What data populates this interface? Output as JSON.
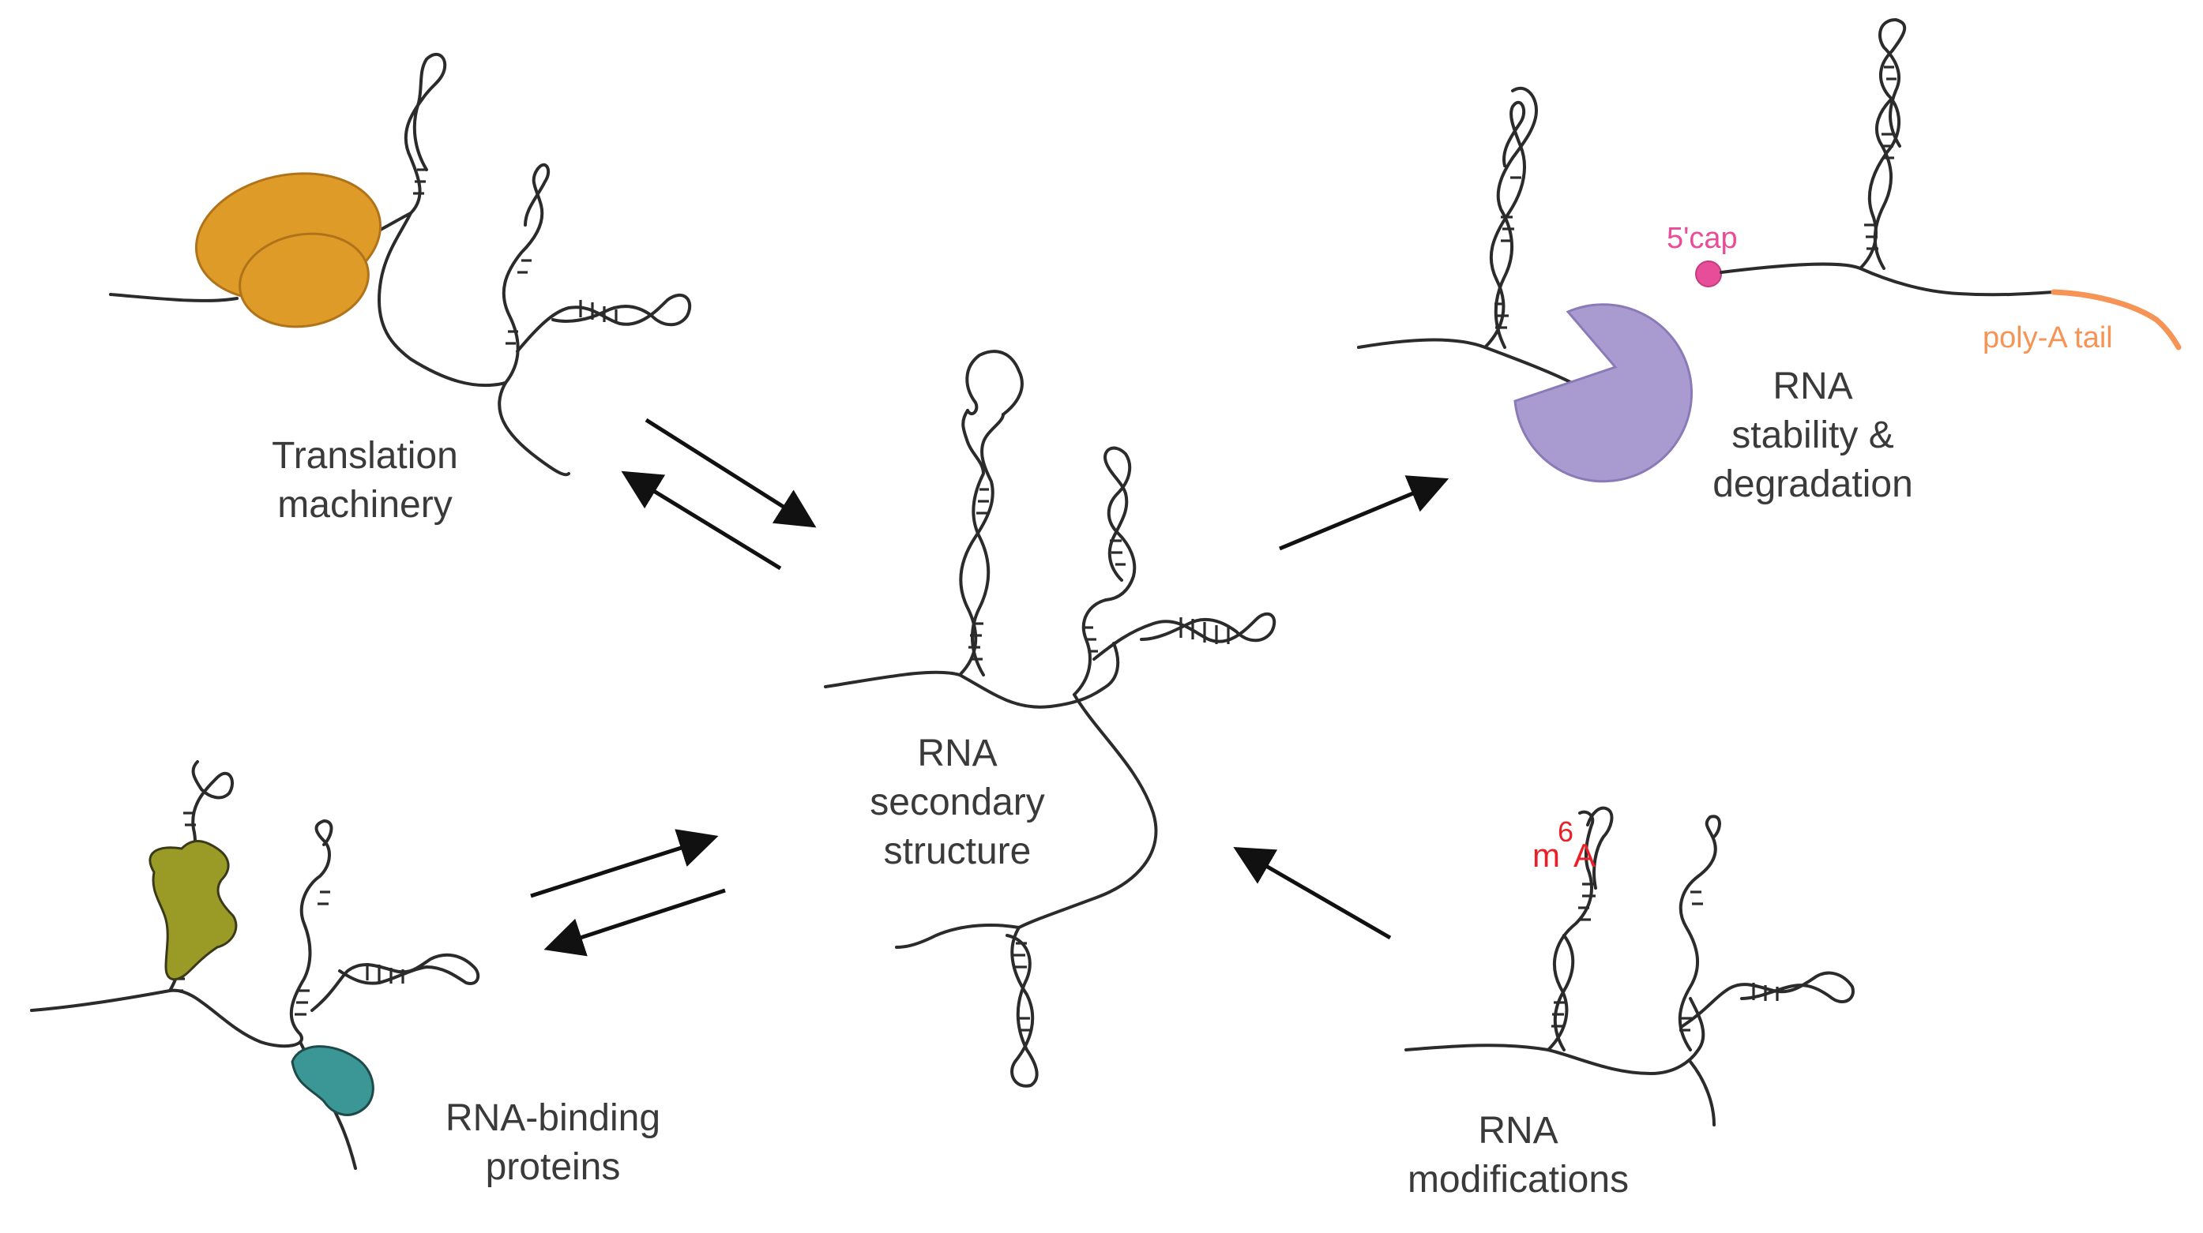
{
  "labels": {
    "translation_1": "Translation",
    "translation_2": "machinery",
    "center_1": "RNA",
    "center_2": "secondary",
    "center_3": "structure",
    "stability_1": "RNA",
    "stability_2": "stability &",
    "stability_3": "degradation",
    "rbp_1": "RNA-binding",
    "rbp_2": "proteins",
    "mods_1": "RNA",
    "mods_2": "modifications",
    "cap": "5'cap",
    "polya": "poly-A tail",
    "m6a_m": "m",
    "m6a_sup": "6",
    "m6a_a": "A"
  },
  "colors": {
    "ribosome": "#df9b28",
    "ribosome_stroke": "#b0731a",
    "exonuclease": "#a99bd0",
    "exonuclease_stroke": "#8a7bb8",
    "rbp_olive": "#9a9b27",
    "rbp_teal": "#3b9696",
    "cap": "#e84d99",
    "polya": "#f59455",
    "m6a": "#e8202a",
    "text": "#3a3a3a",
    "strand": "#2b2b2b"
  }
}
